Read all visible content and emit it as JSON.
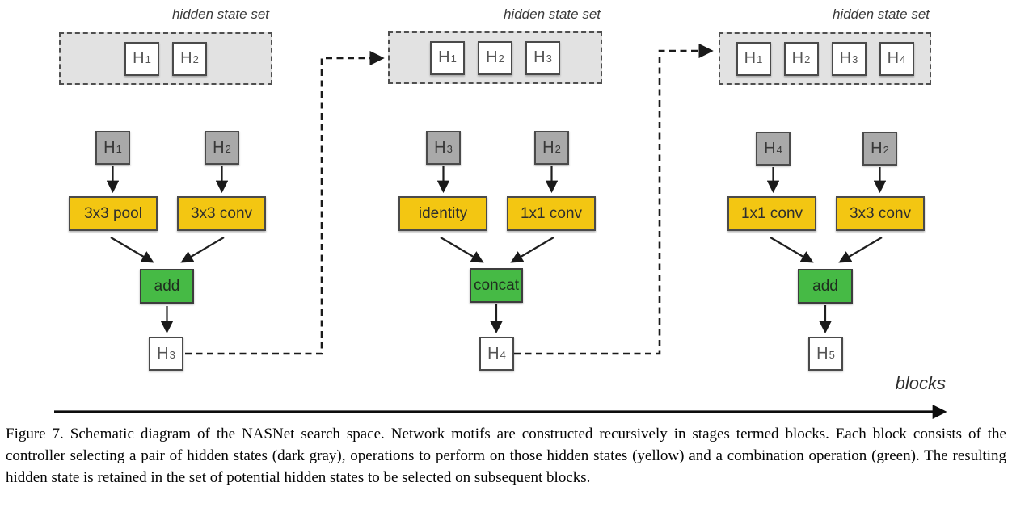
{
  "page": {
    "axis_label": "blocks",
    "caption": "Figure 7. Schematic diagram of the NASNet search space.  Network motifs are constructed recursively in stages termed blocks.  Each block consists of the controller selecting a pair of hidden states (dark gray), operations to perform on those hidden states (yellow) and a combination operation (green).  The resulting hidden state is retained in the set of potential hidden states to be selected on subsequent blocks."
  },
  "colors": {
    "hidden_state_fill": "#e2e2e2",
    "input_gray": "#a9a9a9",
    "op_yellow": "#f3c612",
    "combine_green": "#46ba45",
    "arrow_black": "#1f1f1f"
  },
  "sets": [
    {
      "title": "hidden state set",
      "items": [
        {
          "base": "H",
          "sub": "1"
        },
        {
          "base": "H",
          "sub": "2"
        }
      ]
    },
    {
      "title": "hidden state set",
      "items": [
        {
          "base": "H",
          "sub": "1"
        },
        {
          "base": "H",
          "sub": "2"
        },
        {
          "base": "H",
          "sub": "3"
        }
      ]
    },
    {
      "title": "hidden state set",
      "items": [
        {
          "base": "H",
          "sub": "1"
        },
        {
          "base": "H",
          "sub": "2"
        },
        {
          "base": "H",
          "sub": "3"
        },
        {
          "base": "H",
          "sub": "4"
        }
      ]
    }
  ],
  "blocks": [
    {
      "inputs": [
        {
          "base": "H",
          "sub": "1"
        },
        {
          "base": "H",
          "sub": "2"
        }
      ],
      "ops": [
        "3x3 pool",
        "3x3 conv"
      ],
      "combine": "add",
      "output": {
        "base": "H",
        "sub": "3"
      }
    },
    {
      "inputs": [
        {
          "base": "H",
          "sub": "3"
        },
        {
          "base": "H",
          "sub": "2"
        }
      ],
      "ops": [
        "identity",
        "1x1 conv"
      ],
      "combine": "concat",
      "output": {
        "base": "H",
        "sub": "4"
      }
    },
    {
      "inputs": [
        {
          "base": "H",
          "sub": "4"
        },
        {
          "base": "H",
          "sub": "2"
        }
      ],
      "ops": [
        "1x1 conv",
        "3x3 conv"
      ],
      "combine": "add",
      "output": {
        "base": "H",
        "sub": "5"
      }
    }
  ]
}
